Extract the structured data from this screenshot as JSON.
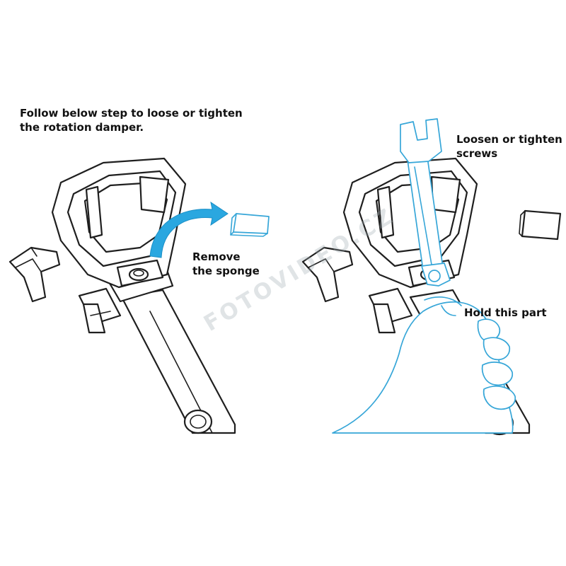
{
  "instructions": {
    "intro": "Follow below step to loose or tighten\nthe rotation damper.",
    "step_remove": "Remove\nthe sponge",
    "step_loosen": "Loosen or tighten\nscrews",
    "step_hold": "Hold this part"
  },
  "watermark": {
    "text": "FOTOVIDEO.CZ"
  },
  "colors": {
    "line_art": "#1f1f1f",
    "highlight": "#36a6d8",
    "arrow_fill": "#2aa7e0"
  }
}
